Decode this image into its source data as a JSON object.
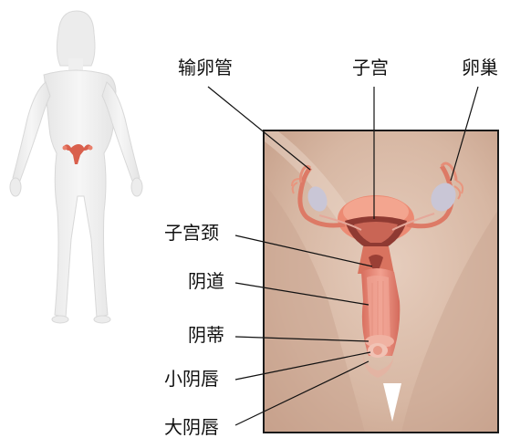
{
  "labels": {
    "fallopian_tube": "输卵管",
    "uterus": "子宫",
    "ovary": "卵巢",
    "cervix": "子宫颈",
    "vagina": "阴道",
    "hymen": "阴蒂",
    "labia_minora": "小阴唇",
    "labia_majora": "大阴唇"
  },
  "colors": {
    "panel_bg": "#d9bba8",
    "frame": "#1a1a1a",
    "organ": "#e8836f",
    "organ_dark": "#b84c40",
    "body_silhouette": "#eeeeee",
    "leader_line": "#111111"
  }
}
